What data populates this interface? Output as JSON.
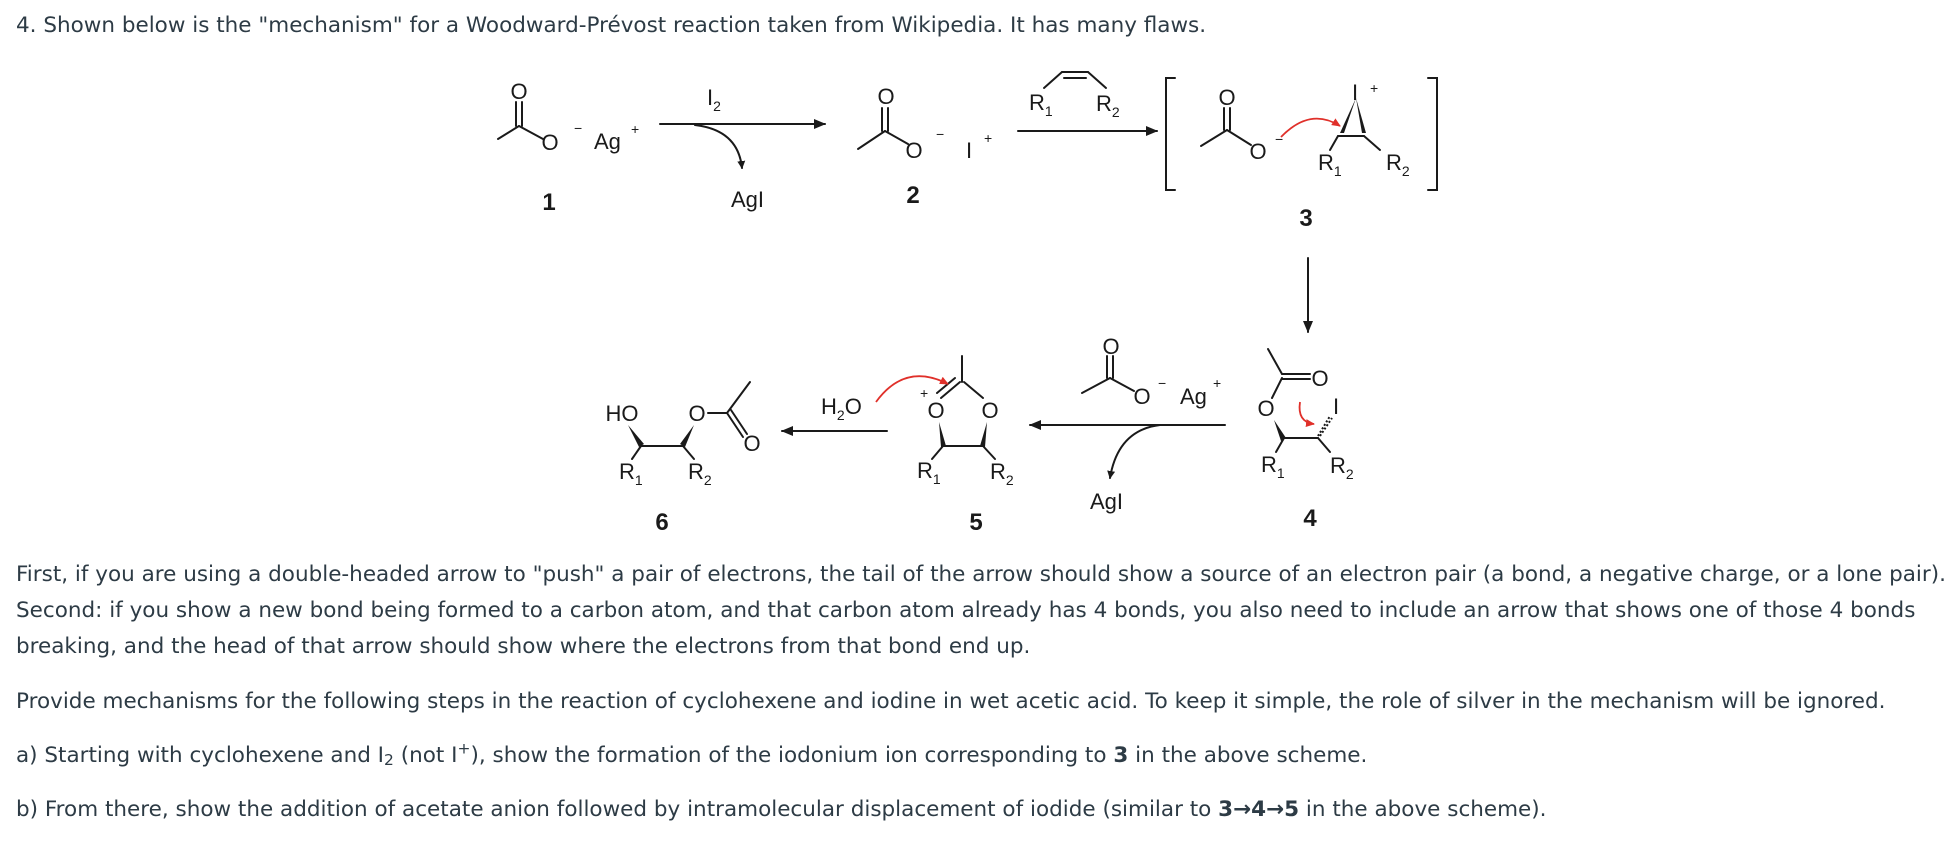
{
  "question": {
    "title": "4. Shown below is the \"mechanism\" for a Woodward-Prévost reaction taken from Wikipedia. It has many flaws.",
    "first_paragraph": "First, if you are using a double-headed arrow to \"push\" a pair of electrons, the tail of the arrow should show a source of an electron pair (a bond, a negative charge, or a lone pair).",
    "second_paragraph_line1": "Second: if you show a new bond being formed to a carbon atom, and that carbon atom already has 4 bonds, you also need to include an arrow that shows one of those 4 bonds",
    "second_paragraph_line2": "breaking, and the head of that arrow should show where the electrons from that bond end up.",
    "provide_paragraph": "Provide mechanisms for the following steps in the reaction of cyclohexene and iodine in wet acetic acid. To keep it simple, the role of silver in the mechanism will be ignored.",
    "part_a": {
      "prefix": "a) Starting with cyclohexene and I",
      "sub": "2",
      "middle": " (not I",
      "sup": "+",
      "middle2": "), show the formation of the iodonium ion corresponding to ",
      "bold": "3",
      "suffix": " in the above scheme."
    },
    "part_b": {
      "prefix": "b) From there, show the addition of acetate anion followed by intramolecular displacement of iodide (similar to ",
      "bold": "3→4→5",
      "suffix": " in the above scheme)."
    }
  },
  "scheme": {
    "reagent_i2": {
      "main": "I",
      "sub": "2"
    },
    "byproduct_agi_1": "AgI",
    "byproduct_agi_2": "AgI",
    "water": {
      "main": "H",
      "sub": "2",
      "tail": "O"
    },
    "atoms": {
      "O": "O",
      "I": "I",
      "Ag": "Ag",
      "HO": "HO",
      "plus": "+",
      "minus": "−"
    },
    "substituents": {
      "R1": {
        "main": "R",
        "sub": "1"
      },
      "R2": {
        "main": "R",
        "sub": "2"
      }
    },
    "compound_numbers": [
      "1",
      "2",
      "3",
      "4",
      "5",
      "6"
    ]
  }
}
